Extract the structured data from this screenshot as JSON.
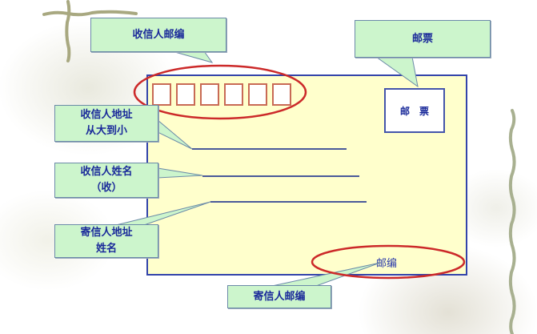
{
  "diagram": {
    "title": "Envelope writing format",
    "colors": {
      "card_fill": "#ffffcc",
      "card_border": "#3344aa",
      "callout_fill": "#ccf5cc",
      "callout_text": "#1a2a9a",
      "ellipse": "#cc2a2a",
      "zip_box_border": "#c86a55",
      "vine": "#a8a880"
    },
    "callouts": {
      "recipient_zip": "收信人邮编",
      "stamp": "邮票",
      "recipient_address_line1": "收信人地址",
      "recipient_address_line2": "从大到小",
      "recipient_name_line1": "收信人姓名",
      "recipient_name_line2": "（收）",
      "sender_address_line1": "寄信人地址",
      "sender_address_line2": "姓名",
      "sender_zip": "寄信人邮编"
    },
    "envelope": {
      "zip_box_count": 6,
      "stamp_char_1": "邮",
      "stamp_char_2": "票",
      "sender_zip_label": "邮编",
      "address_lines": 3
    }
  }
}
